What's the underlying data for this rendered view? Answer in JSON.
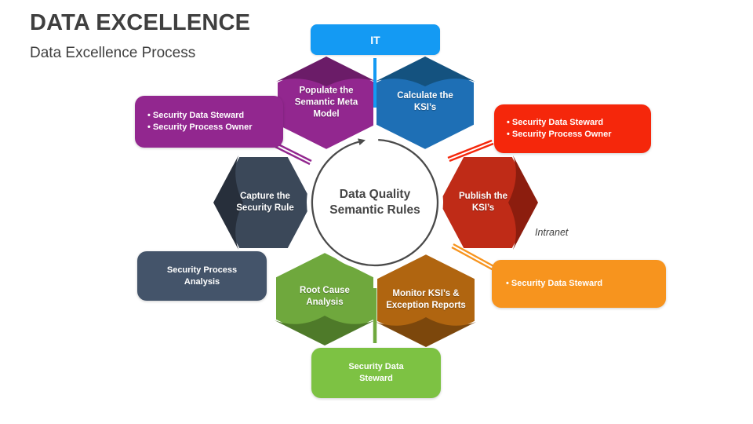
{
  "header": {
    "title": "DATA EXCELLENCE",
    "subtitle": "Data Excellence Process"
  },
  "colors": {
    "it_blue": "#149AF3",
    "hex_purple": "#92278F",
    "hex_purple_dark": "#6B1C68",
    "hex_blue": "#1E6FB5",
    "hex_blue_dark": "#14527F",
    "hex_red": "#BF2B17",
    "hex_red_dark": "#8C1D0E",
    "hex_brown": "#B06510",
    "hex_brown_dark": "#7C470C",
    "hex_green": "#6FA83D",
    "hex_green_dark": "#4E7A29",
    "hex_slate": "#3B4859",
    "hex_slate_dark": "#272F3B",
    "box_purple": "#92278F",
    "box_red": "#F5270B",
    "box_orange": "#F7941E",
    "box_green": "#7DC243",
    "box_slate": "#44546A",
    "ring_gray": "#4A4A4A"
  },
  "diagram": {
    "it_tag": {
      "label": "IT"
    },
    "center": {
      "label": "Data Quality Semantic Rules"
    },
    "intranet": {
      "label": "Intranet"
    },
    "hexagons": {
      "populate": {
        "label": "Populate the Semantic Meta Model"
      },
      "calculate": {
        "label": "Calculate the KSI’s"
      },
      "publish": {
        "label": "Publish the KSI’s"
      },
      "monitor": {
        "label": "Monitor KSI’s & Exception Reports"
      },
      "root_cause": {
        "label": "Root Cause Analysis"
      },
      "capture": {
        "label": "Capture the Security Rule"
      }
    },
    "role_labels": {
      "top_left": {
        "items": [
          "Security Data Steward",
          "Security Process Owner"
        ]
      },
      "top_right": {
        "items": [
          "Security Data Steward",
          "Security Process Owner"
        ]
      },
      "right": {
        "items": [
          "Security Data Steward"
        ]
      },
      "bottom": {
        "label": "Security Data Steward"
      },
      "bottom_left": {
        "label": "Security Process Analysis"
      }
    }
  }
}
